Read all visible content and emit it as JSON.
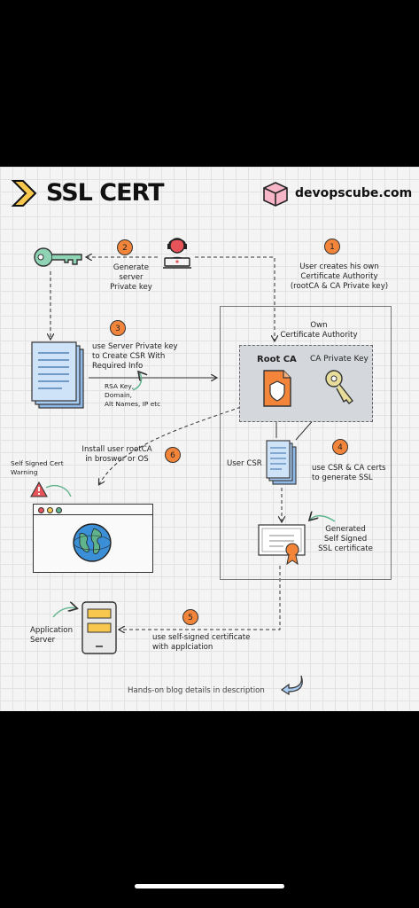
{
  "header": {
    "title": "SSL CERT",
    "brand": "devopscube.com"
  },
  "steps": [
    {
      "number": "1",
      "text": [
        "User creates his own",
        "Certificate Authority",
        "(rootCA & CA Private key)"
      ]
    },
    {
      "number": "2",
      "text": [
        "Generate",
        "server",
        "Private key"
      ]
    },
    {
      "number": "3",
      "text": [
        "use Server Private key",
        "to Create CSR With",
        "Required Info"
      ]
    },
    {
      "number": "4",
      "text": [
        "use CSR & CA certs",
        "to generate SSL"
      ]
    },
    {
      "number": "5",
      "text": [
        "use self-signed certificate",
        "with applciation"
      ]
    },
    {
      "number": "6",
      "text": [
        "Install user rootCA",
        "in broswer or OS"
      ]
    }
  ],
  "labels": {
    "own_ca": [
      "Own",
      "Certificate Authority"
    ],
    "root_ca": "Root CA",
    "ca_private_key": "CA Private Key",
    "user_csr": "User CSR",
    "csr_info": [
      "RSA Key,",
      "Domain,",
      "Alt Names, IP etc"
    ],
    "self_signed_warning": [
      "Self Signed Cert",
      "Warning"
    ],
    "generated_cert": [
      "Generated",
      "Self Signed",
      "SSL certificate"
    ],
    "application_server": [
      "Application",
      "Server"
    ],
    "footer": "Hands-on blog details in description"
  },
  "colors": {
    "accent_orange": "#f2853a",
    "key_green": "#8fd3b5",
    "doc_blue": "#a9cdf2",
    "ca_box_gray": "#d4d7dc",
    "globe_blue": "#3a8fd6",
    "badge_yellow": "#f7c84d"
  },
  "icons": [
    "chevron-logo-icon",
    "cube-icon",
    "key-icon",
    "developer-icon",
    "document-stack-icon",
    "root-ca-document-icon",
    "ca-key-icon",
    "csr-document-icon",
    "certificate-icon",
    "browser-icon",
    "globe-icon",
    "warning-icon",
    "server-phone-icon",
    "return-arrow-icon"
  ]
}
